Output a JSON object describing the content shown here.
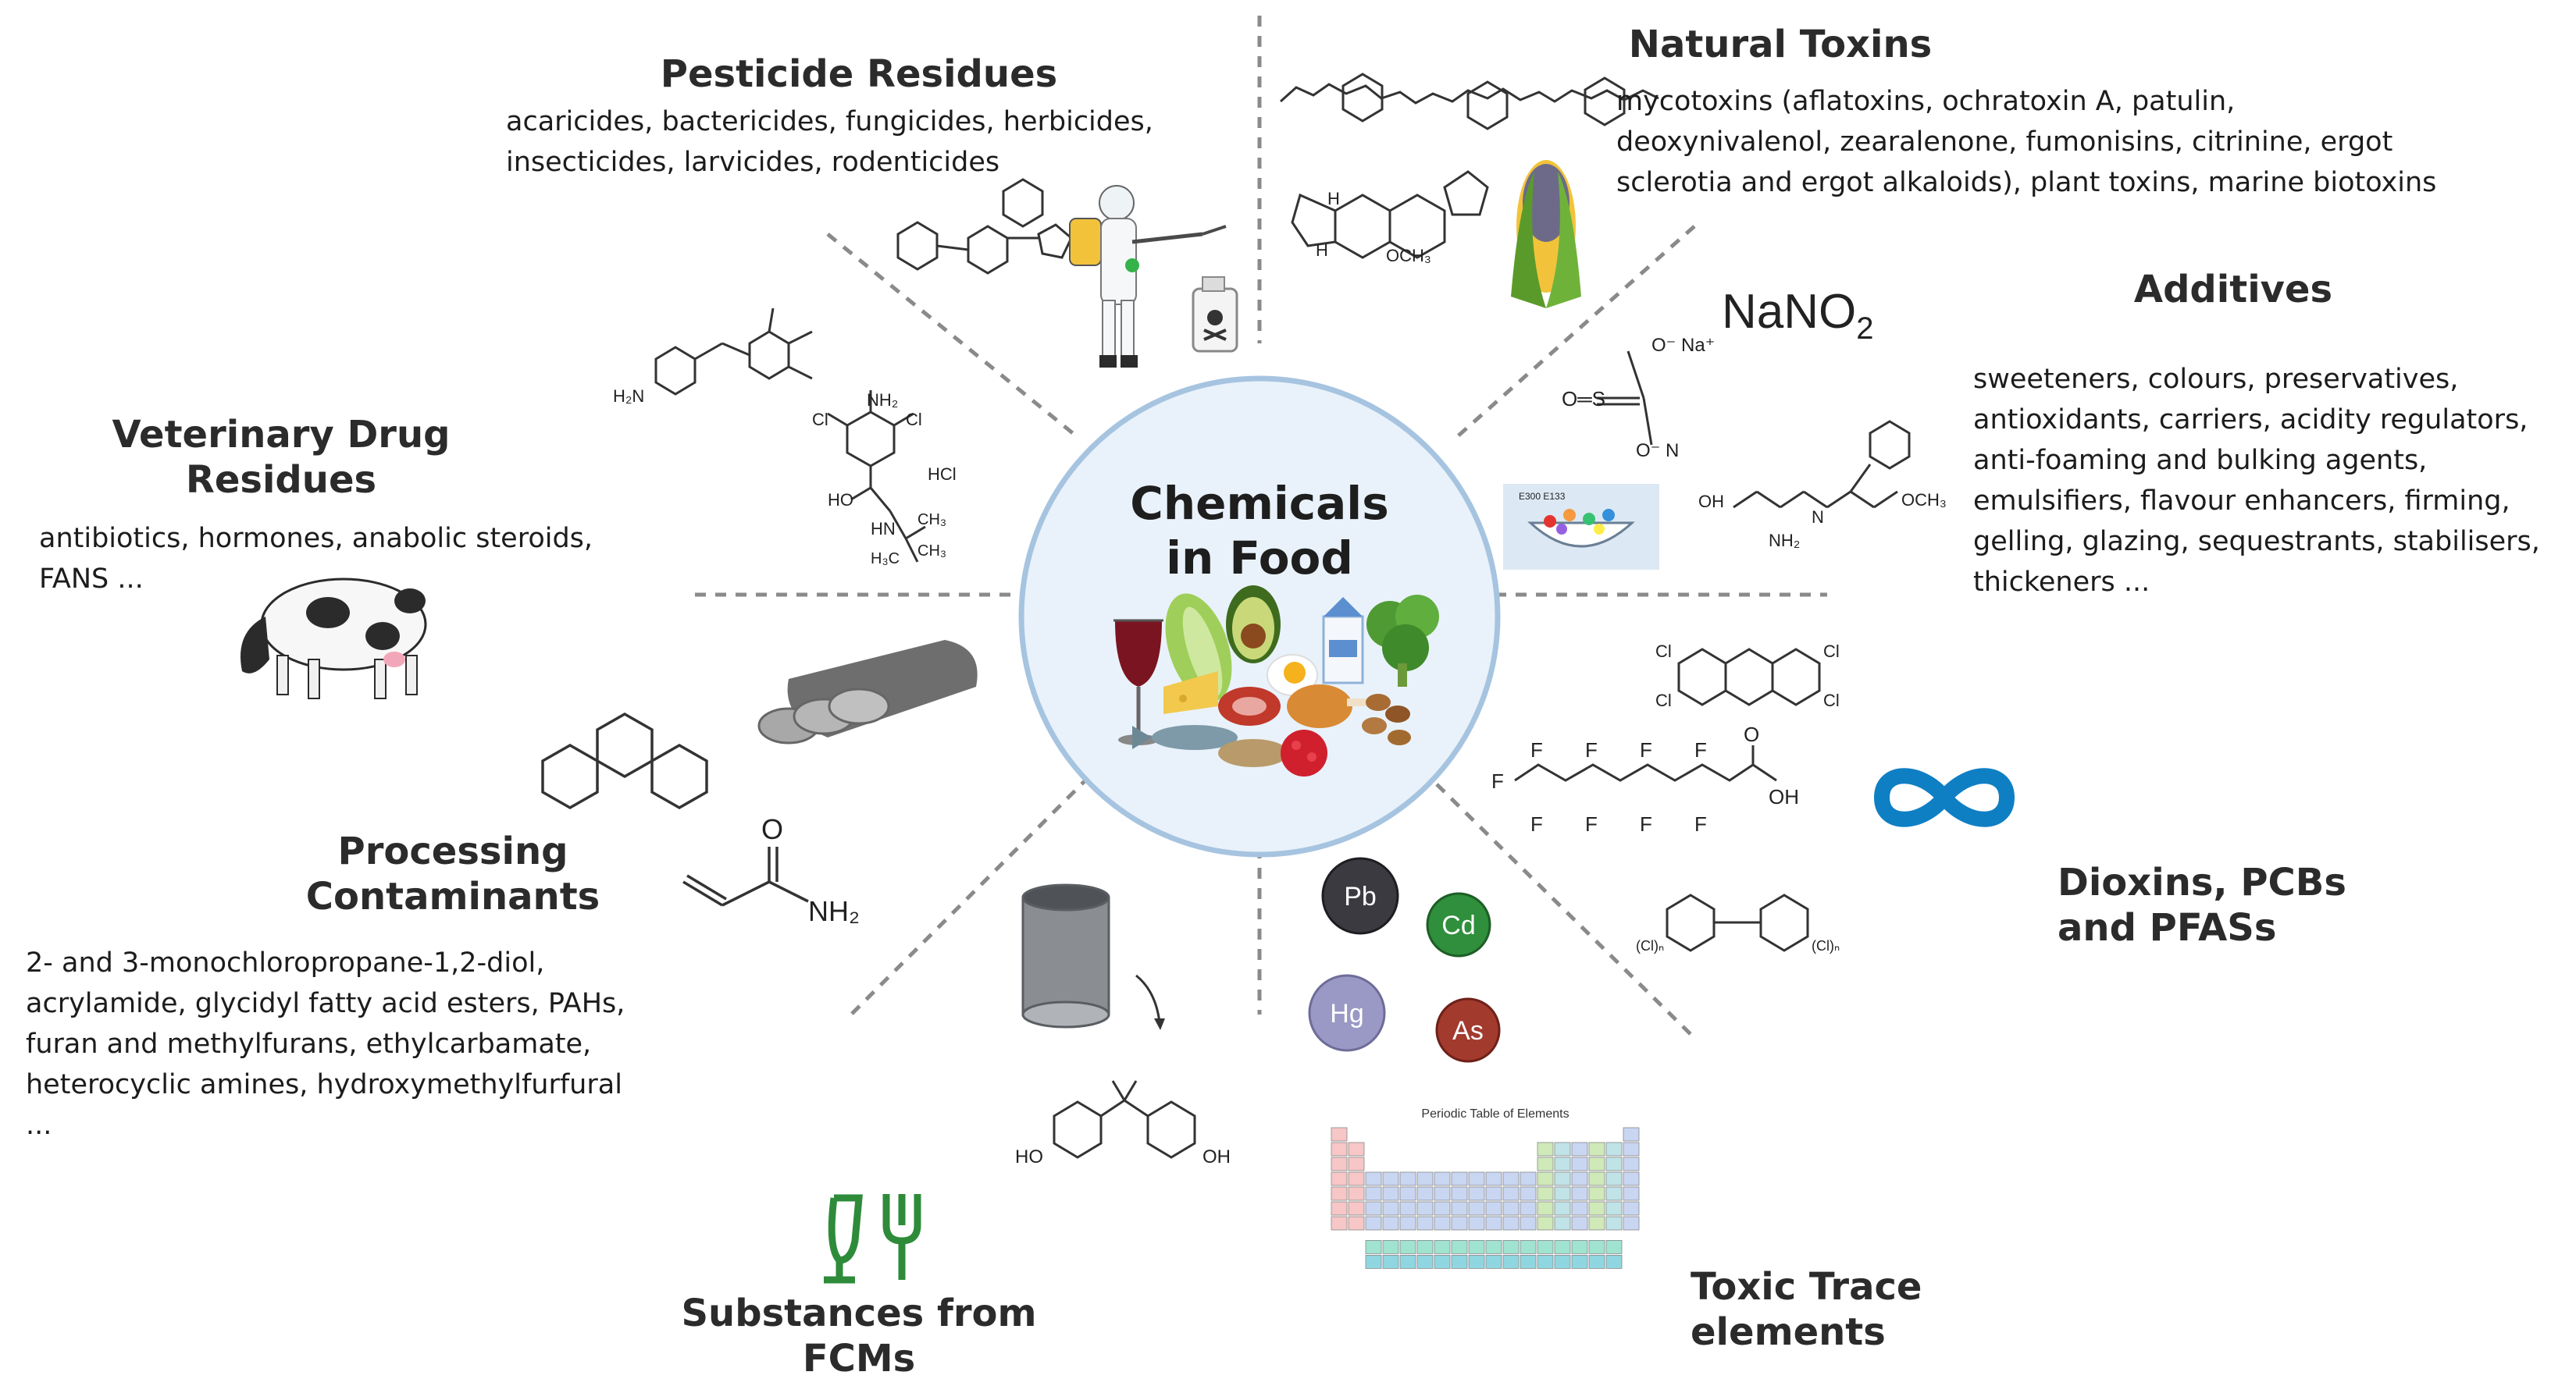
{
  "center": {
    "title_line1": "Chemicals",
    "title_line2": "in Food"
  },
  "categories": {
    "pesticides": {
      "title": "Pesticide Residues",
      "lines": [
        "acaricides, bactericides, fungicides, herbicides,",
        "insecticides, larvicides, rodenticides"
      ]
    },
    "natural_toxins": {
      "title": "Natural Toxins",
      "lines": [
        "mycotoxins (aflatoxins, ochratoxin A, patulin,",
        "deoxynivalenol, zearalenone, fumonisins, citrinine, ergot",
        "sclerotia and ergot alkaloids), plant toxins, marine biotoxins"
      ]
    },
    "additives": {
      "title": "Additives",
      "lines": [
        "sweeteners, colours, preservatives,",
        "antioxidants, carriers, acidity regulators,",
        "anti-foaming and bulking agents,",
        "emulsifiers, flavour enhancers, firming,",
        "gelling, glazing, sequestrants, stabilisers,",
        "thickeners ..."
      ]
    },
    "veterinary": {
      "title_line1": "Veterinary Drug",
      "title_line2": "Residues",
      "lines": [
        "antibiotics, hormones, anabolic steroids,",
        "FANS ..."
      ]
    },
    "processing": {
      "title_line1": "Processing",
      "title_line2": "Contaminants",
      "lines": [
        "2- and 3-monochloropropane-1,2-diol,",
        "acrylamide, glycidyl fatty acid esters, PAHs,",
        "furan and methylfurans, ethylcarbamate,",
        "heterocyclic amines, hydroxymethylfurfural",
        "..."
      ]
    },
    "fcm": {
      "title_line1": "Substances from",
      "title_line2": "FCMs"
    },
    "trace": {
      "title_line1": "Toxic Trace",
      "title_line2": "elements"
    },
    "dioxins": {
      "title_line1": "Dioxins, PCBs",
      "title_line2": "and PFASs"
    }
  },
  "chem_labels": {
    "nano2": "NaNO",
    "nano2_sub": "2",
    "na_plus": "O⁻ Na⁺",
    "o_minus_n": "O⁻ N",
    "o_double_s": "O═S",
    "hcl": "HCl",
    "nh2": "NH₂",
    "cl": "Cl",
    "ho": "HO",
    "hn": "HN",
    "ch3": "CH₃",
    "h3c": "H₃C",
    "h2n": "H₂N",
    "oh": "OH",
    "och3": "OCH₃",
    "h": "H",
    "o": "O",
    "f": "F",
    "n": "N",
    "acrylamide_nh2": "NH₂",
    "acrylamide_o": "O",
    "cln": "(Cl)ₙ",
    "asp_oh": "OH",
    "asp_nh2": "NH₂",
    "asp_och3": "OCH₃",
    "asp_n": "N",
    "e_numbers": "E300 E133"
  },
  "elements": {
    "pb": "Pb",
    "cd": "Cd",
    "hg": "Hg",
    "as": "As"
  },
  "periodic_table": {
    "title": "Periodic Table of Elements"
  },
  "colors": {
    "circle_fill": "#e9f2fa",
    "circle_stroke": "#a6c4e0",
    "divider": "#8a8a8a",
    "infinity": "#0f7fc4",
    "fcm_green": "#2e8b3a",
    "pb": "#3a3a40",
    "cd": "#2f8f3c",
    "hg": "#9a98c4",
    "as": "#a33a2e"
  }
}
